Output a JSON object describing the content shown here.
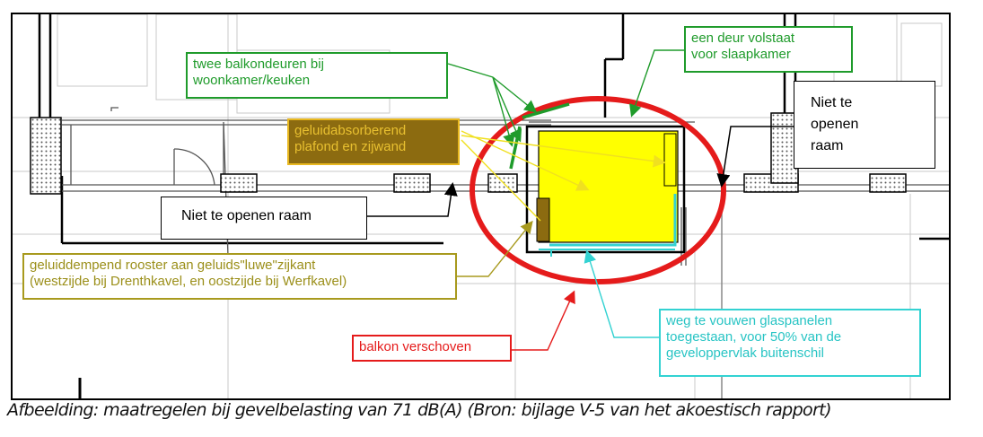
{
  "labels": {
    "twee_balkondeuren": [
      "twee balkondeuren bij",
      "woonkamer/keuken"
    ],
    "een_deur_volstaat": [
      "een deur volstaat",
      "voor slaapkamer"
    ],
    "niet_te_openen_raam_right": [
      "Niet te",
      "openen",
      "raam"
    ],
    "geluidabsorberend": [
      "geluidabsorberend",
      "plafond en zijwand"
    ],
    "niet_te_openen_raam_left": "Niet te openen raam",
    "geluiddempend_rooster": [
      "geluiddempend rooster aan geluids\"luwe\"zijkant",
      "(westzijde bij Drenthkavel, en oostzijde bij Werfkavel)"
    ],
    "balkon_verschoven": "balkon verschoven",
    "glaspanelen": [
      "weg te vouwen glaspanelen",
      "toegestaan, voor 50% van de",
      "geveloppervlak buitenschil"
    ]
  },
  "caption": "Afbeelding: maatregelen bij gevelbelasting van 71 dB(A) (Bron: bijlage V-5 van het akoestisch rapport)",
  "colors": {
    "green": "#1f9b2b",
    "olive": "#a89a1e",
    "red": "#e51b1b",
    "cyan": "#33d2d2",
    "yellow": "#ffff00",
    "brown": "#8c6b10"
  }
}
